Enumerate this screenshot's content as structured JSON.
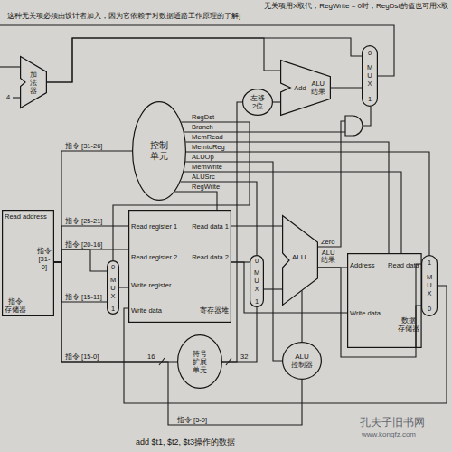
{
  "diagram": {
    "caption": "add $t1, $t2, $t3操作的数据",
    "nodes": [
      {
        "text": [
          "加法器"
        ]
      },
      {
        "text": [
          "Add",
          "ALU 结果"
        ]
      },
      {
        "text": [
          "左移 2位"
        ]
      },
      {
        "text": [
          "0",
          "MUX",
          "1"
        ]
      },
      {
        "text": [
          "控制 单元"
        ]
      },
      {
        "text": [
          "Read address",
          "指令 [31-0]",
          "指令 存储器"
        ]
      },
      {
        "text": [
          "0",
          "MUX",
          "1"
        ]
      },
      {
        "text": [
          "Read register 1",
          "Read data 1",
          "Read register 2",
          "Read data 2",
          "Write register",
          "Write data",
          "寄存器堆"
        ]
      },
      {
        "text": [
          "0",
          "MUX",
          "1"
        ]
      },
      {
        "text": [
          "ALU",
          "Zero",
          "ALU 结果"
        ]
      },
      {
        "text": [
          "Address",
          "Read data",
          "Write data",
          "数据 存储器"
        ]
      },
      {
        "text": [
          "1",
          "MUX",
          "0"
        ]
      },
      {
        "text": [
          "符号 扩展 单元"
        ]
      },
      {
        "text": [
          "ALU 控制器"
        ]
      }
    ],
    "edges": [
      {
        "from": 5,
        "to": 4,
        "arrow": "none",
        "label": "指令 [31-26]"
      },
      {
        "from": 5,
        "to": 7,
        "arrow": "none",
        "label": "指令 [25-21]"
      },
      {
        "from": 5,
        "to": 7,
        "arrow": "none",
        "label": "指令 [20-16]"
      },
      {
        "from": 5,
        "to": 6,
        "arrow": "none"
      },
      {
        "from": 5,
        "to": 6,
        "arrow": "none",
        "label": "指令 [15-11]"
      },
      {
        "from": 6,
        "to": 7,
        "arrow": "none"
      },
      {
        "from": 5,
        "to": 12,
        "arrow": "none",
        "label": "指令 [15-0]"
      },
      {
        "from": 7,
        "to": 9,
        "arrow": "none"
      },
      {
        "from": 7,
        "to": 8,
        "arrow": "none"
      },
      {
        "from": 7,
        "to": 10,
        "arrow": "none"
      },
      {
        "from": 12,
        "to": 8,
        "arrow": "none",
        "label": "32"
      },
      {
        "from": 12,
        "to": 2,
        "arrow": "none"
      },
      {
        "from": 5,
        "to": 13,
        "arrow": "none",
        "label": "指令 [5-0]"
      },
      {
        "from": 8,
        "to": 9,
        "arrow": "none"
      },
      {
        "from": 13,
        "to": 9,
        "arrow": "none"
      },
      {
        "from": 9,
        "to": 10,
        "arrow": "none"
      },
      {
        "from": 9,
        "to": 11,
        "arrow": "none"
      },
      {
        "from": 10,
        "to": 11,
        "arrow": "none"
      },
      {
        "from": 11,
        "to": 7,
        "arrow": "none"
      },
      {
        "from": 2,
        "to": 1,
        "arrow": "none"
      },
      {
        "from": 0,
        "to": 1,
        "arrow": "none"
      },
      {
        "from": 0,
        "to": 3,
        "arrow": "none"
      },
      {
        "from": 1,
        "to": 3,
        "arrow": "none"
      },
      {
        "from": 4,
        "to": 6,
        "arrow": "none",
        "label": "RegDst"
      },
      {
        "from": 4,
        "to": 10,
        "arrow": "none",
        "label": "MemRead"
      },
      {
        "from": 4,
        "to": 11,
        "arrow": "none",
        "label": "MemtoReg"
      },
      {
        "from": 4,
        "to": 13,
        "arrow": "none",
        "label": "ALUOp"
      },
      {
        "from": 4,
        "to": 10,
        "arrow": "none",
        "label": "MemWrite"
      },
      {
        "from": 4,
        "to": 8,
        "arrow": "none",
        "label": "ALUSrc"
      },
      {
        "from": 4,
        "to": 7,
        "arrow": "none",
        "label": "RegWrite"
      }
    ],
    "labels": [
      "无关项用X取代，RegWrite = 0时，RegDst的值也可用X取",
      "这种无关项必须由设计者加入，因为它依赖于对数据通路工作原理的了解]",
      "4",
      "Branch",
      "16",
      "孔夫子旧书网",
      "www.kongfz.com"
    ]
  }
}
